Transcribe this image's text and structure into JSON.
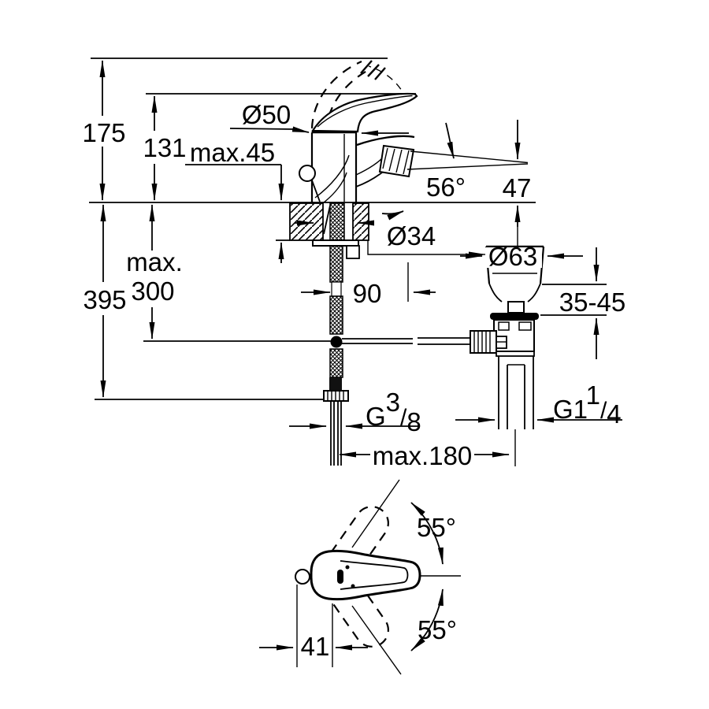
{
  "drawing": {
    "kind": "faucet-installation-dimension-drawing",
    "views": [
      "front-section-view",
      "handle-top-view"
    ],
    "colors": {
      "line": "#000000",
      "background": "#ffffff"
    }
  },
  "labels": {
    "height_overall": "175",
    "height_spout": "131",
    "deck_max": "max.45",
    "body_diameter": "Ø50",
    "spray_angle": "56°",
    "outlet_height": "47",
    "hole_diameter": "Ø34",
    "hose_max_word": "max.",
    "hose_max_value": "300",
    "height_below": "395",
    "offset_90": "90",
    "waste_flange_diameter": "Ø63",
    "deck_range": "35-45",
    "supply_thread_g": "G",
    "supply_thread_num": "3",
    "supply_thread_slash": "/",
    "supply_thread_den": "8",
    "waste_thread_g": "G1",
    "waste_thread_num": "1",
    "waste_thread_slash": "/",
    "waste_thread_den": "4",
    "spacing_max": "max.180",
    "swivel_top": "55°",
    "swivel_bottom": "55°",
    "handle_offset": "41"
  }
}
